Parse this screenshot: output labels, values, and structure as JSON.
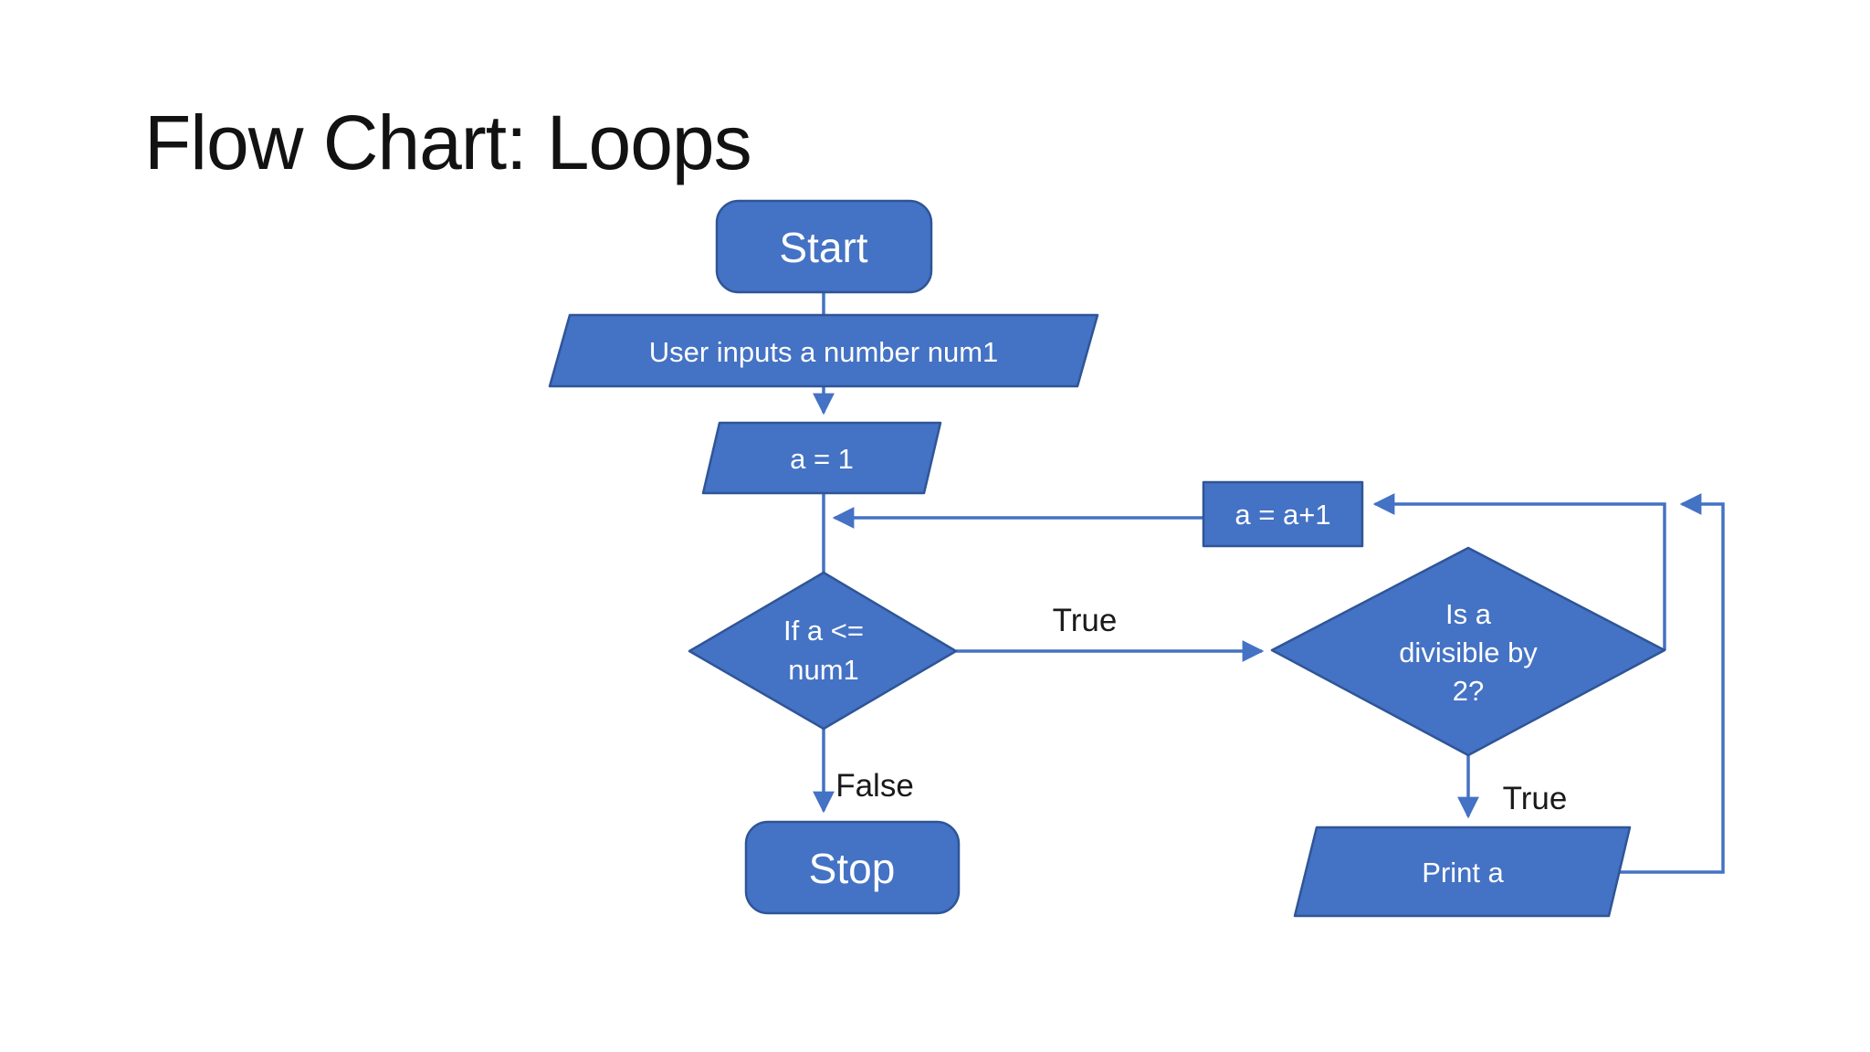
{
  "title": "Flow Chart: Loops",
  "colors": {
    "shape_fill": "#4472C4",
    "shape_border": "#2F5597",
    "connector": "#4472C4",
    "shape_text": "#FFFFFF",
    "label_text": "#1A1A1A",
    "background": "#FFFFFF"
  },
  "nodes": {
    "start": {
      "label": "Start"
    },
    "input": {
      "label": "User inputs a number num1"
    },
    "init": {
      "label": "a = 1"
    },
    "loop_check": {
      "lines": [
        "If a <=",
        "num1"
      ]
    },
    "increment": {
      "label": "a = a+1"
    },
    "even_check": {
      "lines": [
        "Is a",
        "divisible by",
        "2?"
      ]
    },
    "stop": {
      "label": "Stop"
    },
    "print": {
      "label": "Print a"
    }
  },
  "edge_labels": {
    "loop_true": "True",
    "loop_false": "False",
    "even_true": "True"
  }
}
